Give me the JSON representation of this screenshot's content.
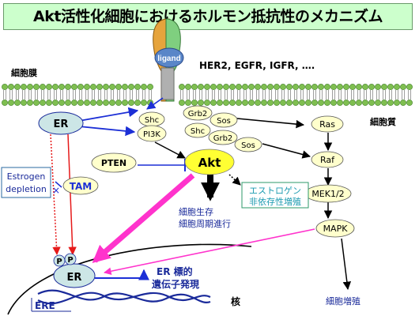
{
  "title": "Akt活性化細胞におけるホルモン抵抗性のメカニズム",
  "labels": {
    "membrane": "細胞膜",
    "cytoplasm": "細胞質",
    "nucleus": "核",
    "ligand": "ligand",
    "receptors": "HER2, EGFR, IGFR, ….",
    "er_cytoplasm": "ER",
    "er_nucleus": "ER",
    "phospho_p1": "P",
    "phospho_p2": "P",
    "shc_1": "Shc",
    "shc_2": "Shc",
    "pi3k": "PI3K",
    "grb2_1": "Grb2",
    "grb2_2": "Grb2",
    "sos_1": "Sos",
    "sos_2": "Sos",
    "ras": "Ras",
    "raf": "Raf",
    "mek": "MEK1/2",
    "mapk": "MAPK",
    "pten": "PTEN",
    "akt": "Akt",
    "tam": "TAM",
    "estrogen_depletion_line1": "Estrogen",
    "estrogen_depletion_line2": "depletion",
    "x_mark": "×",
    "estrogen_independent_line1": "エストロゲン",
    "estrogen_independent_line2": "非依存性増殖",
    "survival_line1": "細胞生存",
    "survival_line2": "細胞周期進行",
    "er_target_line1": "ER 標的",
    "er_target_line2": "遺伝子発現",
    "ere": "ERE",
    "proliferation": "細胞増殖"
  },
  "colors": {
    "title_bg": "#ccffcc",
    "node_fill": "#ffffcc",
    "akt_fill": "#ffff33",
    "er_fill": "#cce6e6",
    "blue_arrow": "#1c2fd6",
    "red_arrow": "#e61a1a",
    "magenta_arrow": "#ff33cc",
    "green_text_box": "#2e9a6a",
    "cyan_text": "#1a9ab0",
    "dark_blue_text": "#1a2a9a",
    "membrane_head": "#7fbf50"
  }
}
